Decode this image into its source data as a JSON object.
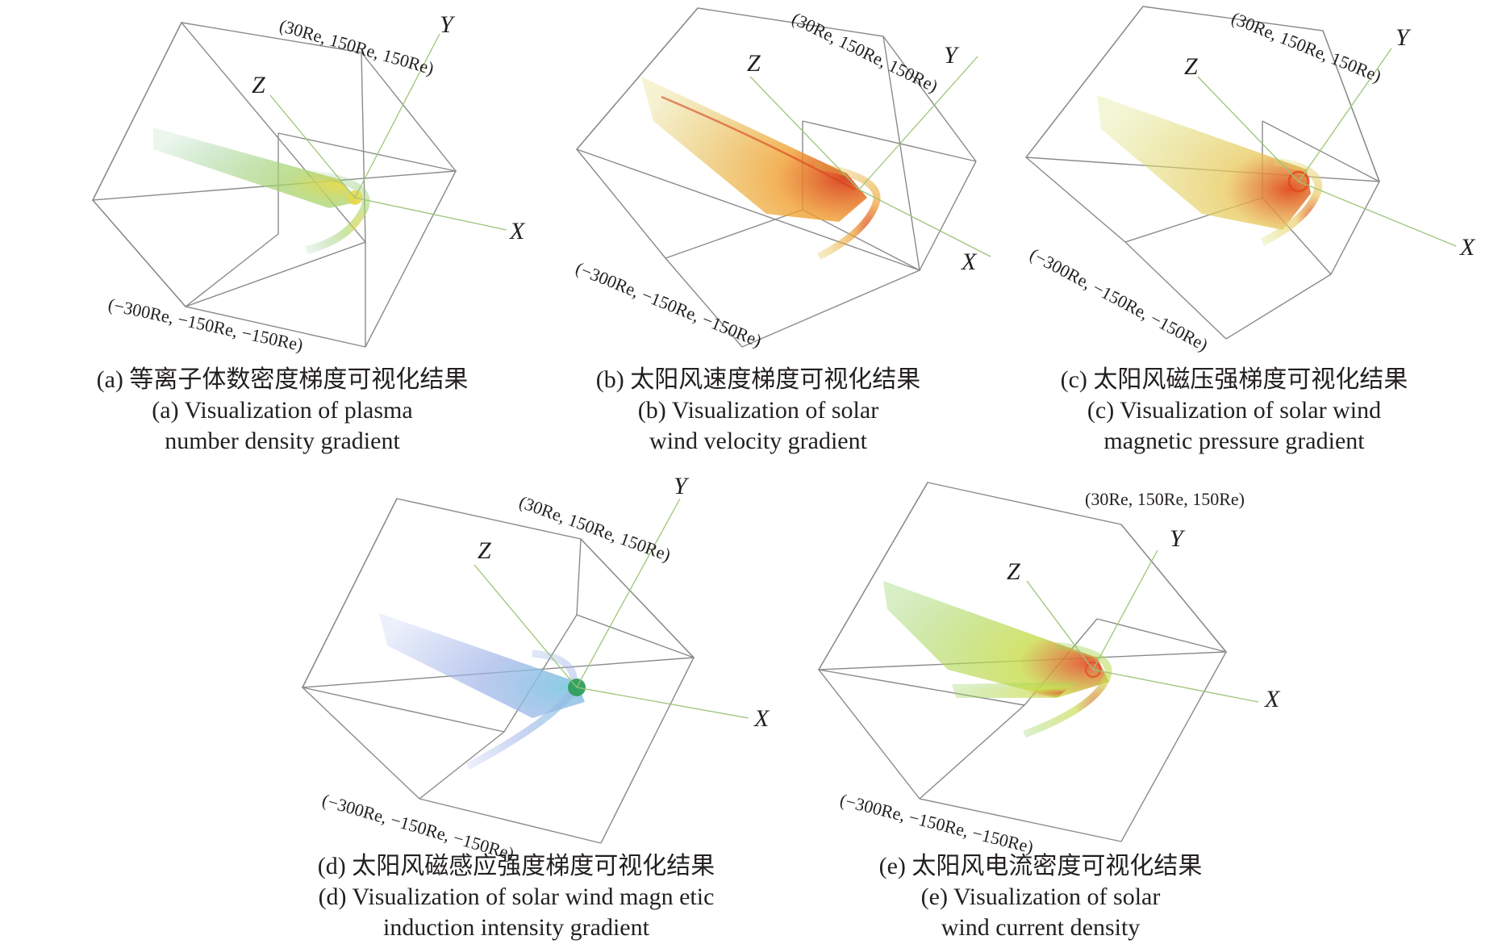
{
  "panels": {
    "a": {
      "max_corner": "(30Re, 150Re, 150Re)",
      "min_corner": "(−300Re, −150Re, −150Re)",
      "axis_x": "X",
      "axis_y": "Y",
      "axis_z": "Z",
      "caption_cn": "(a) 等离子体数密度梯度可视化结果",
      "caption_en_1": "(a) Visualization of plasma",
      "caption_en_2": "number density gradient",
      "palette": [
        "#7dc48a",
        "#a9d36c",
        "#e4d84a"
      ]
    },
    "b": {
      "max_corner": "(30Re, 150Re, 150Re)",
      "min_corner": "(−300Re, −150Re, −150Re)",
      "axis_x": "X",
      "axis_y": "Y",
      "axis_z": "Z",
      "caption_cn": "(b) 太阳风速度梯度可视化结果",
      "caption_en_1": "(b) Visualization of solar",
      "caption_en_2": "wind velocity gradient",
      "palette": [
        "#d9c94a",
        "#f0a030",
        "#d9401c"
      ]
    },
    "c": {
      "max_corner": "(30Re, 150Re, 150Re)",
      "min_corner": "(−300Re, −150Re, −150Re)",
      "axis_x": "X",
      "axis_y": "Y",
      "axis_z": "Z",
      "caption_cn": "(c) 太阳风磁压强梯度可视化结果",
      "caption_en_1": "(c) Visualization of solar wind",
      "caption_en_2": "magnetic pressure gradient",
      "palette": [
        "#d8e47a",
        "#e9c85a",
        "#e04a1c"
      ]
    },
    "d": {
      "max_corner": "(30Re, 150Re, 150Re)",
      "min_corner": "(−300Re, −150Re, −150Re)",
      "axis_x": "X",
      "axis_y": "Y",
      "axis_z": "Z",
      "caption_cn": "(d) 太阳风磁感应强度梯度可视化结果",
      "caption_en_1": "(d) Visualization of solar wind magn etic",
      "caption_en_2": "induction intensity gradient",
      "palette": [
        "#9fb3e8",
        "#7fc6e0",
        "#2e9e5a"
      ]
    },
    "e": {
      "max_corner": "(30Re, 150Re, 150Re)",
      "min_corner": "(−300Re, −150Re, −150Re)",
      "axis_x": "X",
      "axis_y": "Y",
      "axis_z": "Z",
      "caption_cn": "(e) 太阳风电流密度可视化结果",
      "caption_en_1": "(e) Visualization of solar",
      "caption_en_2": "wind current density",
      "palette": [
        "#8fcf5a",
        "#c8dc4a",
        "#e4502a"
      ]
    }
  }
}
